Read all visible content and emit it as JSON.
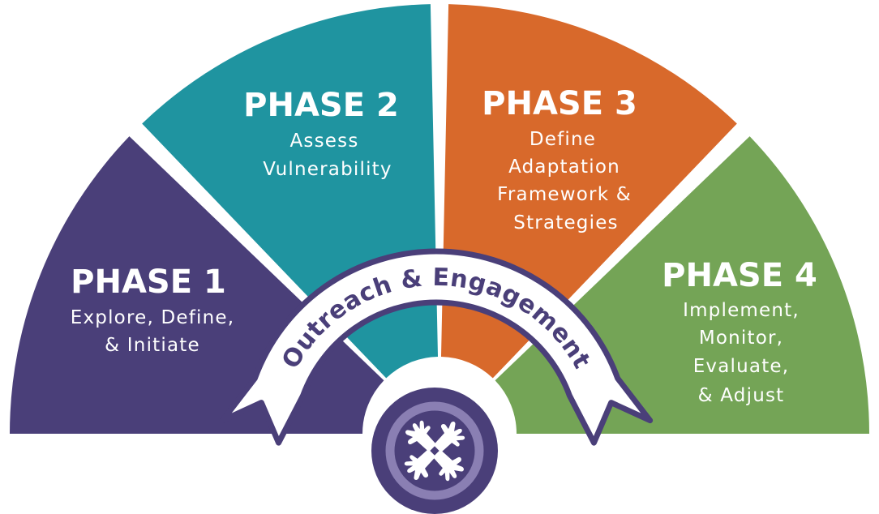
{
  "colors": {
    "phase1": "#4a3f79",
    "phase2": "#1f94a0",
    "phase3": "#d8692b",
    "phase4": "#74a456",
    "ribbon_fill": "#ffffff",
    "ribbon_stroke": "#4a3f79",
    "hub_outer": "#4a3f79",
    "hub_ring": "#8a7fb3",
    "hands": "#ffffff"
  },
  "phases": [
    {
      "title": "PHASE 1",
      "lines": [
        "Explore, Define,",
        "& Initiate"
      ]
    },
    {
      "title": "PHASE 2",
      "lines": [
        "Assess",
        "Vulnerability"
      ]
    },
    {
      "title": "PHASE 3",
      "lines": [
        "Define",
        "Adaptation",
        "Framework &",
        "Strategies"
      ]
    },
    {
      "title": "PHASE 4",
      "lines": [
        "Implement,",
        "Monitor,",
        "Evaluate,",
        "& Adjust"
      ]
    }
  ],
  "ribbon": {
    "text": "Outreach & Engagement"
  },
  "hub": {
    "icon": "four-hands-icon"
  }
}
